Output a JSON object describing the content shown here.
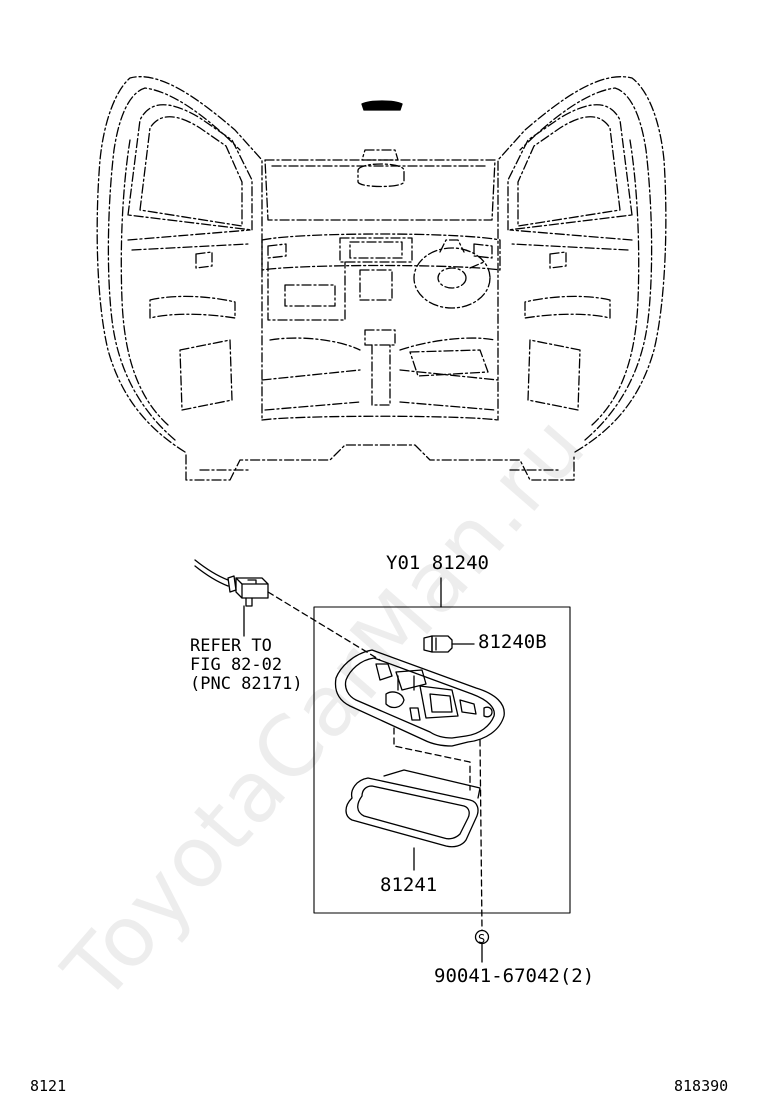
{
  "labels": {
    "assembly": "Y01 81240",
    "bulb": "81240B",
    "cover": "81241",
    "refer_line1": "REFER TO",
    "refer_line2": "FIG 82-02",
    "refer_line3": "(PNC 82171)",
    "screw": "90041-67042(2)",
    "screw_symbol": "S",
    "figure_number": "8121",
    "illustration_id": "818390"
  },
  "watermark": "ToyotaCarMan.ru",
  "colors": {
    "ink": "#000000",
    "paper": "#ffffff"
  }
}
